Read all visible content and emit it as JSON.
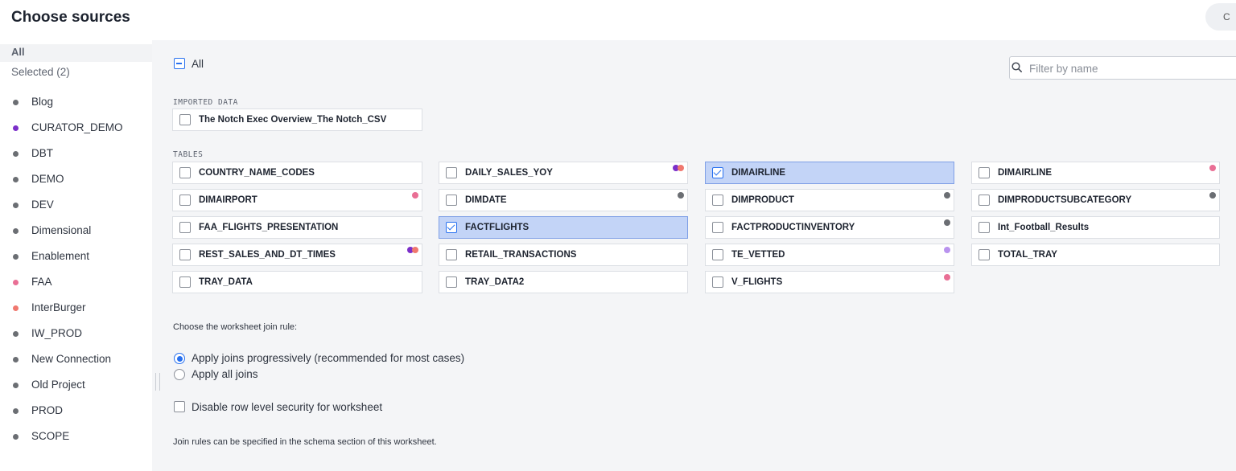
{
  "header": {
    "title": "Choose sources",
    "button_label": "C"
  },
  "sidebar": {
    "all_label": "All",
    "selected_label": "Selected (2)",
    "items": [
      {
        "label": "Blog",
        "color": "#6b6e73"
      },
      {
        "label": "CURATOR_DEMO",
        "color": "#7b2fc9"
      },
      {
        "label": "DBT",
        "color": "#6b6e73"
      },
      {
        "label": "DEMO",
        "color": "#6b6e73"
      },
      {
        "label": "DEV",
        "color": "#6b6e73"
      },
      {
        "label": "Dimensional",
        "color": "#6b6e73"
      },
      {
        "label": "Enablement",
        "color": "#6b6e73"
      },
      {
        "label": "FAA",
        "color": "#e96f95"
      },
      {
        "label": "InterBurger",
        "color": "#f0786f"
      },
      {
        "label": "IW_PROD",
        "color": "#6b6e73"
      },
      {
        "label": "New Connection",
        "color": "#6b6e73"
      },
      {
        "label": "Old Project",
        "color": "#6b6e73"
      },
      {
        "label": "PROD",
        "color": "#6b6e73"
      },
      {
        "label": "SCOPE",
        "color": "#6b6e73"
      }
    ]
  },
  "main": {
    "all_label": "All",
    "filter_placeholder": "Filter by name",
    "imported_section": "IMPORTED DATA",
    "imported": {
      "label": "The Notch Exec Overview_The Notch_CSV",
      "checked": false
    },
    "tables_section": "TABLES",
    "tables": [
      {
        "label": "COUNTRY_NAME_CODES",
        "checked": false,
        "dots": []
      },
      {
        "label": "DAILY_SALES_YOY",
        "checked": false,
        "dots": [
          "#7b2fc9",
          "#f0786f"
        ]
      },
      {
        "label": "DIMAIRLINE",
        "checked": true,
        "dots": []
      },
      {
        "label": "DIMAIRLINE",
        "checked": false,
        "dots": [
          "#e96f95"
        ]
      },
      {
        "label": "DIMAIRPORT",
        "checked": false,
        "dots": [
          "#e96f95"
        ]
      },
      {
        "label": "DIMDATE",
        "checked": false,
        "dots": [
          "#6b6e73"
        ]
      },
      {
        "label": "DIMPRODUCT",
        "checked": false,
        "dots": [
          "#6b6e73"
        ]
      },
      {
        "label": "DIMPRODUCTSUBCATEGORY",
        "checked": false,
        "dots": [
          "#6b6e73"
        ]
      },
      {
        "label": "FAA_FLIGHTS_PRESENTATION",
        "checked": false,
        "dots": []
      },
      {
        "label": "FACTFLIGHTS",
        "checked": true,
        "dots": []
      },
      {
        "label": "FACTPRODUCTINVENTORY",
        "checked": false,
        "dots": [
          "#6b6e73"
        ]
      },
      {
        "label": "Int_Football_Results",
        "checked": false,
        "dots": []
      },
      {
        "label": "REST_SALES_AND_DT_TIMES",
        "checked": false,
        "dots": [
          "#7b2fc9",
          "#f0786f"
        ]
      },
      {
        "label": "RETAIL_TRANSACTIONS",
        "checked": false,
        "dots": []
      },
      {
        "label": "TE_VETTED",
        "checked": false,
        "dots": [
          "#b993ee"
        ]
      },
      {
        "label": "TOTAL_TRAY",
        "checked": false,
        "dots": []
      },
      {
        "label": "TRAY_DATA",
        "checked": false,
        "dots": []
      },
      {
        "label": "TRAY_DATA2",
        "checked": false,
        "dots": []
      },
      {
        "label": "V_FLIGHTS",
        "checked": false,
        "dots": [
          "#e96f95"
        ]
      }
    ],
    "join_rule_title": "Choose the worksheet join rule:",
    "join_options": [
      {
        "label": "Apply joins progressively (recommended for most cases)",
        "selected": true
      },
      {
        "label": "Apply all joins",
        "selected": false
      }
    ],
    "rls_label": "Disable row level security for worksheet",
    "rls_checked": false,
    "footnote": "Join rules can be specified in the schema section of this worksheet."
  },
  "colors": {
    "accent": "#2770ef",
    "selected_tile": "#c3d4f7",
    "panel_bg": "#f4f5f7"
  }
}
